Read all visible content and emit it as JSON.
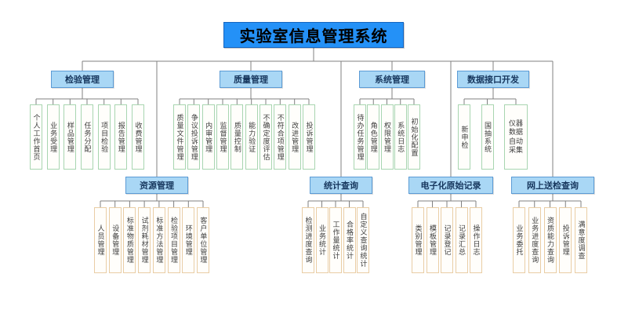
{
  "diagram": {
    "type": "org-chart",
    "language": "zh-CN",
    "description_label": "Laboratory Information Management System structure diagram"
  },
  "root": {
    "label": "实验室信息管理系统"
  },
  "branches": [
    {
      "label": "检验管理",
      "children": [
        "个人工作首页",
        "业务受理",
        "样品管理",
        "任务分配",
        "项目检验",
        "报告管理",
        "收费管理"
      ]
    },
    {
      "label": "质量管理",
      "children": [
        "质量文件管理",
        "争议投诉管理",
        "内审管理",
        "监督管理",
        "质量控制",
        "能力验证",
        "不确定度评估",
        "不符合项管理",
        "改进管理",
        "投诉管理"
      ]
    },
    {
      "label": "系统管理",
      "children": [
        "待办任务管理",
        "角色管理",
        "权限管理",
        "系统日志",
        "初始化配置"
      ]
    },
    {
      "label": "数据接口开发",
      "children": [
        "新申检",
        "国抽系统",
        "仪器数据自动采集"
      ]
    },
    {
      "label": "资源管理",
      "children": [
        "人员管理",
        "设备管理",
        "标准物质管理",
        "试剂耗材管理",
        "标准方法管理",
        "检验项目管理",
        "环境管理",
        "客户单位管理"
      ]
    },
    {
      "label": "统计查询",
      "children": [
        "检测进度查询",
        "业务统计",
        "工作量统计",
        "合格率统计",
        "自定义查询统计"
      ]
    },
    {
      "label": "电子化原始记录",
      "children": [
        "类别管理",
        "模板管理",
        "记录登记",
        "记录汇总",
        "操作日志"
      ]
    },
    {
      "label": "网上送检查询",
      "children": [
        "业务委托",
        "业务进度查询",
        "资质能力查询",
        "投诉管理",
        "满意度调查"
      ]
    }
  ],
  "colors": {
    "root_fill": "#2491f7",
    "root_border": "#1565c0",
    "manager_fill": "#a9d7f5",
    "manager_border": "#5b9bd5",
    "leaf_fill": "#fffefb",
    "leaf_border_green": "#a8d5b0",
    "leaf_border_tan": "#e9cda4",
    "connector_line": "#808080",
    "root_text": "#000000"
  }
}
